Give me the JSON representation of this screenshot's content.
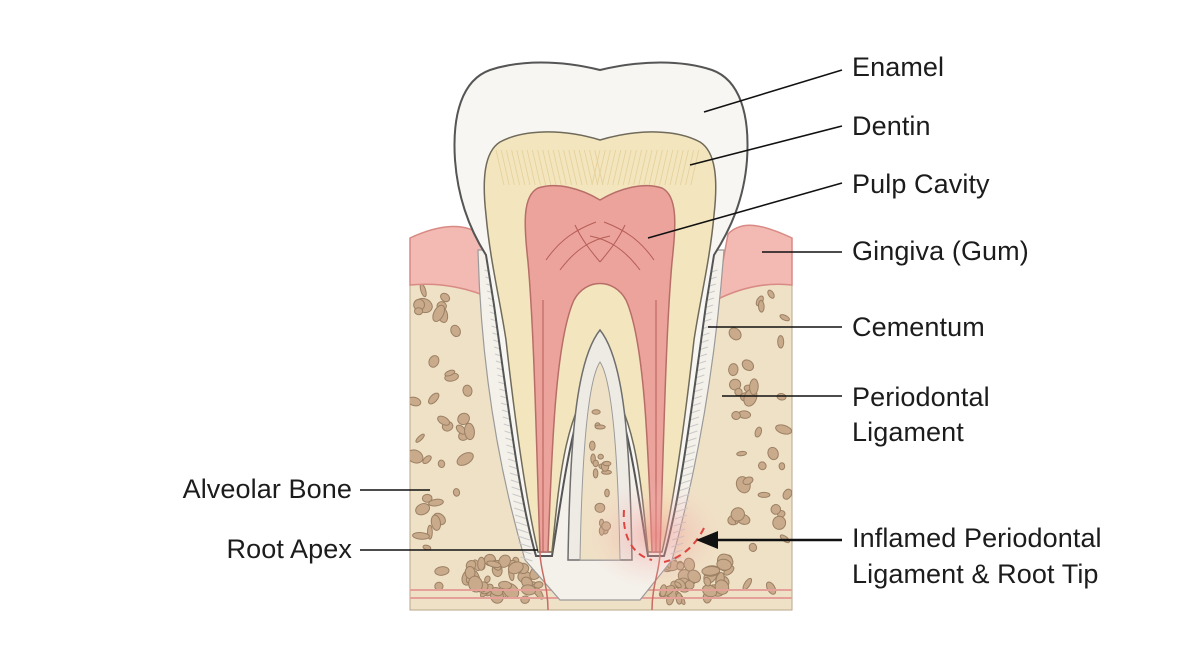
{
  "labels": {
    "enamel": "Enamel",
    "dentin": "Dentin",
    "pulp_cavity": "Pulp Cavity",
    "gingiva": "Gingiva (Gum)",
    "cementum": "Cementum",
    "periodontal_ligament_1": "Periodontal",
    "periodontal_ligament_2": "Ligament",
    "alveolar_bone": "Alveolar Bone",
    "root_apex": "Root Apex",
    "inflamed_1": "Inflamed Periodontal",
    "inflamed_2": "Ligament & Root Tip"
  },
  "colors": {
    "enamel": "#f7f6f2",
    "dentin": "#f3e5bd",
    "pulp": "#eba39c",
    "gingiva": "#f1b4ae",
    "bone": "#efe1c6",
    "bone_pores": "#c7a98a",
    "inflammation": "#e0443f",
    "outline": "#555555"
  }
}
